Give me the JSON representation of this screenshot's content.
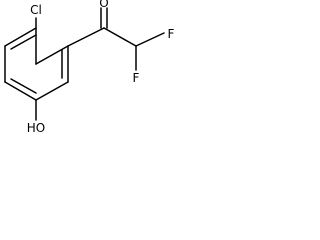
{
  "molecule": {
    "atoms": {
      "chlorine": "Cl",
      "oxygen_ketone": "O",
      "fluorine_upper": "F",
      "fluorine_lower": "F",
      "hydroxyl": "HO"
    }
  }
}
